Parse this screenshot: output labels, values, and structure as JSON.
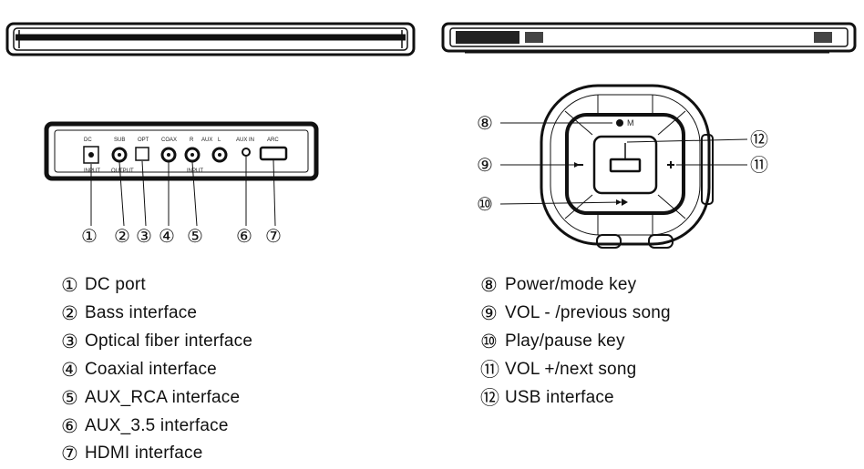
{
  "back_panel": {
    "port_labels": {
      "dc": "DC",
      "dc_sub": "INPUT",
      "sub": "SUB",
      "sub_sub": "OUTPUT",
      "opt": "OPT",
      "coax": "COAX",
      "r": "R",
      "aux": "AUX",
      "l": "L",
      "aux_sub": "INPUT",
      "aux35": "AUX IN",
      "hdmi": "ARC"
    },
    "callouts": [
      "①",
      "②",
      "③",
      "④",
      "⑤",
      "⑥",
      "⑦"
    ]
  },
  "control_panel": {
    "power_mode_mark": "M",
    "callouts": [
      "⑧",
      "⑨",
      "⑩",
      "⑪",
      "⑫"
    ]
  },
  "legend_left": [
    {
      "num": "①",
      "text": "DC port"
    },
    {
      "num": "②",
      "text": "Bass interface"
    },
    {
      "num": "③",
      "text": "Optical fiber interface"
    },
    {
      "num": "④",
      "text": "Coaxial interface"
    },
    {
      "num": "⑤",
      "text": "AUX_RCA interface"
    },
    {
      "num": "⑥",
      "text": "AUX_3.5 interface"
    },
    {
      "num": "⑦",
      "text": "HDMI interface"
    }
  ],
  "legend_right": [
    {
      "num": "⑧",
      "text": "Power/mode key"
    },
    {
      "num": "⑨",
      "text": "VOL - /previous song"
    },
    {
      "num": "⑩",
      "text": "Play/pause key"
    },
    {
      "num": "⑪",
      "text": "VOL +/next song"
    },
    {
      "num": "⑫",
      "text": "USB interface"
    }
  ]
}
